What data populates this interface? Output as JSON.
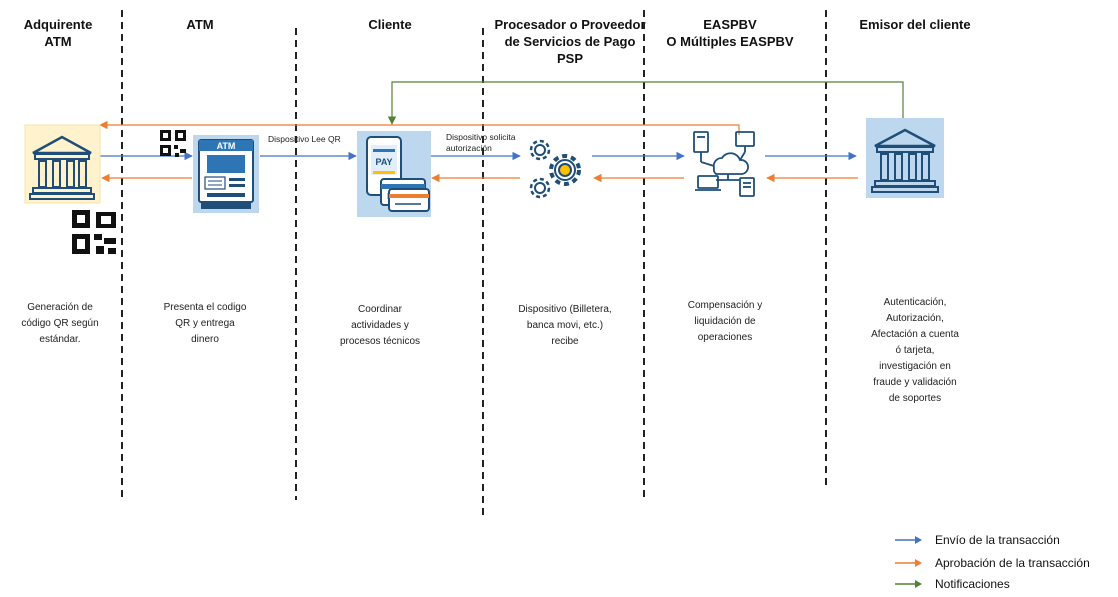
{
  "lanes": [
    {
      "title": "Adquirente\nATM",
      "description": "Generación de\ncódigo QR según\nestándar."
    },
    {
      "title": "ATM",
      "description": "Presenta el codigo\nQR y entrega\ndinero"
    },
    {
      "title": "Cliente",
      "description": "Coordinar\nactividades y\nprocesos técnicos"
    },
    {
      "title": "Procesador o Proveedor\nde Servicios de Pago\nPSP",
      "description": "Dispositivo (Billetera,\nbanca movi, etc.)\nrecibe"
    },
    {
      "title": "EASPBV\nO Múltiples EASPBV",
      "description": "Compensación y\nliquidación de\noperaciones"
    },
    {
      "title": "Emisor del cliente",
      "description": "Autenticación,\nAutorización,\nAfectación a  cuenta\nó tarjeta,\ninvestigación en\nfraude y validación\nde soportes"
    }
  ],
  "flow_labels": {
    "atm_to_client": "Dispositivo Lee QR",
    "client_to_psp": "Dispositivo solicita\nautorización"
  },
  "icons": {
    "atm_screen_text": "ATM",
    "pay_text": "PAY"
  },
  "legend": [
    {
      "label": "Envío de la transacción",
      "color": "#4472c4"
    },
    {
      "label": "Aprobación de la transacción",
      "color": "#ed7d31"
    },
    {
      "label": "Notificaciones",
      "color": "#548235"
    }
  ],
  "colors": {
    "send": "#4472c4",
    "approve": "#ed7d31",
    "notify": "#548235",
    "icon_bg": "#bdd7ee",
    "icon_dark": "#1f4e79"
  }
}
